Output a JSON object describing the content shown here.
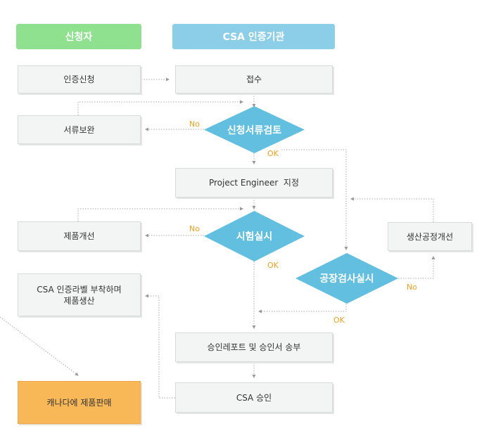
{
  "headers": {
    "applicant": "신청자",
    "agency": "CSA 인증기관"
  },
  "colors": {
    "applicant_header": "#8fe08f",
    "agency_header": "#8ccde8",
    "diamond": "#62bfe0",
    "final_box": "#f8b858",
    "label": "#f0a020",
    "connector": "#999999"
  },
  "boxes": {
    "apply": "인증신청",
    "receipt": "접수",
    "supplement": "서류보완",
    "engineer": "Project Engineer  지정",
    "improve_product": "제품개선",
    "improve_process": "생산공정개선",
    "label_line1": "CSA 인증라벨 부착하며",
    "label_line2": "제품생산",
    "report": "승인레포트 및 승인서 송부",
    "approval": "CSA 승인",
    "final": "캐나다에 제품판매"
  },
  "decisions": {
    "doc_review": "신청서류검토",
    "test": "시험실시",
    "factory": "공장검사실시"
  },
  "labels": {
    "no": "No",
    "ok": "OK"
  }
}
